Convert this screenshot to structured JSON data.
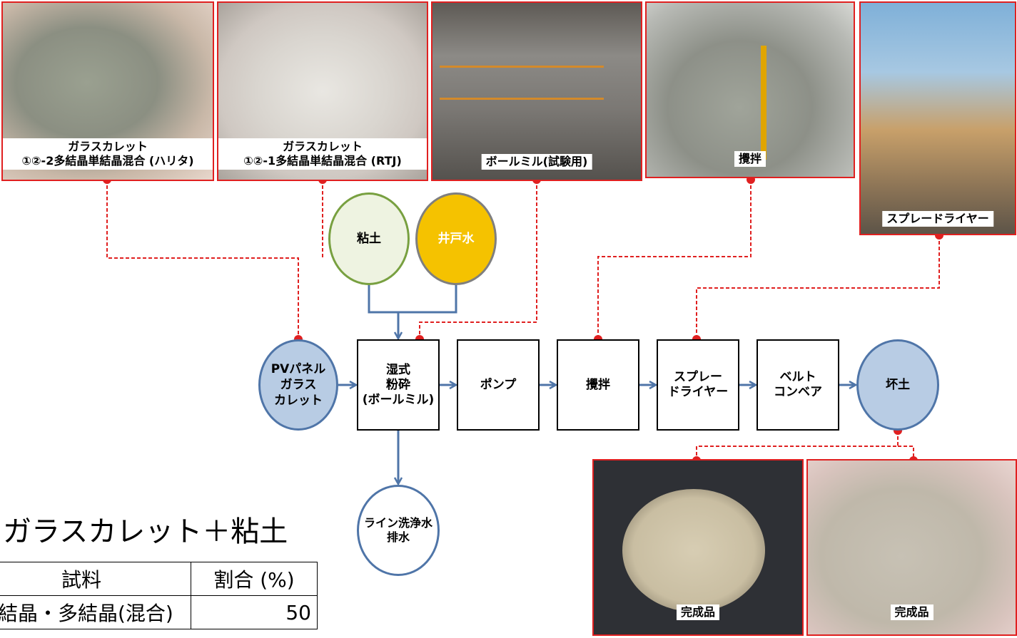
{
  "photos": {
    "cullet_harita": {
      "caption_line1": "ガラスカレット",
      "caption_line2": "①②-2多結晶単結晶混合 (ハリタ)"
    },
    "cullet_rtj": {
      "caption_line1": "ガラスカレット",
      "caption_line2": "①②-1多結晶単結晶混合 (RTJ)"
    },
    "ball_mill": {
      "caption": "ボールミル(試験用)"
    },
    "stirring": {
      "caption": "攪拌"
    },
    "spray_dryer": {
      "caption": "スプレードライヤー"
    },
    "product_1": {
      "caption": "完成品"
    },
    "product_2": {
      "caption": "完成品"
    }
  },
  "inputs": {
    "clay": "粘土",
    "well_water": "井戸水"
  },
  "flow": {
    "source": "PVパネル\nガラス\nカレット",
    "wet_grinding": "湿式\n粉砕\n(ボールミル)",
    "pump": "ポンプ",
    "stirring": "攪拌",
    "spray_dryer": "スプレー\nドライヤー",
    "belt_conveyor": "ベルト\nコンベア",
    "output": "坏土",
    "drain": "ライン洗浄水\n排水"
  },
  "recipe": {
    "title": "ガラスカレット＋粘土",
    "col_material": "試料",
    "col_ratio": "割合 (%)",
    "rows": [
      {
        "material": "単結晶・多結晶(混合)",
        "ratio": "50"
      }
    ]
  },
  "colors": {
    "connector_red": "#e02020",
    "flow_blue": "#4f75a8",
    "node_blue_fill": "#b8cce4",
    "clay_green": "#78a040",
    "water_amber": "#f5c200"
  }
}
